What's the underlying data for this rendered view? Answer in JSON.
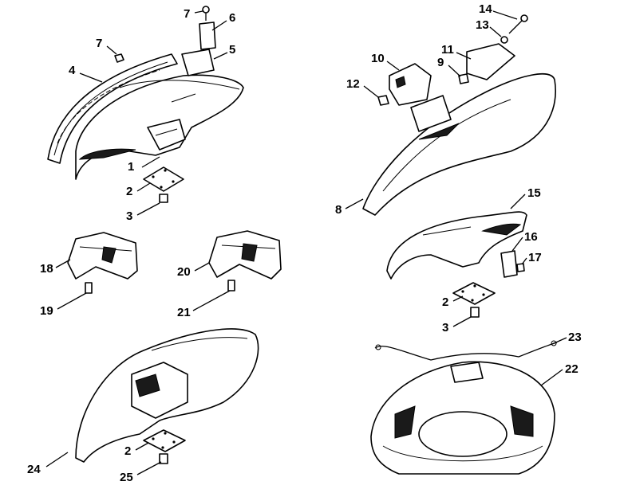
{
  "callouts": [
    {
      "id": "c-1",
      "text": "1"
    },
    {
      "id": "c-2a",
      "text": "2"
    },
    {
      "id": "c-3a",
      "text": "3"
    },
    {
      "id": "c-4",
      "text": "4"
    },
    {
      "id": "c-5",
      "text": "5"
    },
    {
      "id": "c-6",
      "text": "6"
    },
    {
      "id": "c-7a",
      "text": "7"
    },
    {
      "id": "c-7b",
      "text": "7"
    },
    {
      "id": "c-8",
      "text": "8"
    },
    {
      "id": "c-9",
      "text": "9"
    },
    {
      "id": "c-10",
      "text": "10"
    },
    {
      "id": "c-11",
      "text": "11"
    },
    {
      "id": "c-12",
      "text": "12"
    },
    {
      "id": "c-13",
      "text": "13"
    },
    {
      "id": "c-14",
      "text": "14"
    },
    {
      "id": "c-15",
      "text": "15"
    },
    {
      "id": "c-16",
      "text": "16"
    },
    {
      "id": "c-17",
      "text": "17"
    },
    {
      "id": "c-2b",
      "text": "2"
    },
    {
      "id": "c-3b",
      "text": "3"
    },
    {
      "id": "c-18",
      "text": "18"
    },
    {
      "id": "c-19",
      "text": "19"
    },
    {
      "id": "c-20",
      "text": "20"
    },
    {
      "id": "c-21",
      "text": "21"
    },
    {
      "id": "c-22",
      "text": "22"
    },
    {
      "id": "c-23",
      "text": "23"
    },
    {
      "id": "c-24",
      "text": "24"
    },
    {
      "id": "c-2c",
      "text": "2"
    },
    {
      "id": "c-25",
      "text": "25"
    }
  ]
}
